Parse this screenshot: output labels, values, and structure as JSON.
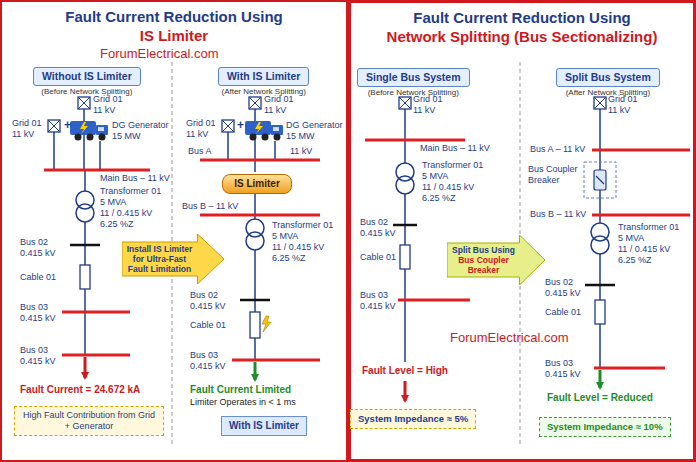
{
  "diagram": {
    "nodes": [
      {
        "text": [
          "Fault Current Reduction Using",
          "IS Limiter"
        ]
      },
      {
        "text": [
          "Without IS Limiter",
          "(Before Network Splitting)"
        ],
        "in": 0
      },
      {
        "text": [
          "With IS Limiter",
          "(After Network Splitting)"
        ],
        "in": 0
      },
      {
        "text": [
          "IS Limiter"
        ],
        "in": 0
      },
      {
        "text": [
          "Install IS Limiter for Ultra-Fast Fault Limitation"
        ],
        "in": 0
      },
      {
        "text": [
          "High Fault Contribution from Grid + Generator"
        ],
        "in": 0
      },
      {
        "text": [
          "With IS Limiter"
        ],
        "in": 0
      },
      {
        "text": [
          "Fault Current Reduction Using",
          "Network Splitting (Bus Sectionalizing)"
        ]
      },
      {
        "text": [
          "Single Bus System",
          "(Before Network Splitting)"
        ],
        "in": 7
      },
      {
        "text": [
          "Split Bus System",
          "(After Network Splitting)"
        ],
        "in": 7
      },
      {
        "text": [
          "Split Bus Using",
          "Bus Coupler Breaker"
        ],
        "in": 7
      },
      {
        "text": [
          "System Impedance ≈ 5%"
        ],
        "in": 7
      },
      {
        "text": [
          "System Impedance ≈ 10%"
        ],
        "in": 7
      }
    ],
    "labels": [
      "ForumElectrical.com",
      "Grid 01",
      "11 kV",
      "Grid 01",
      "11 kV",
      "+",
      "DG Generator",
      "15 MW",
      "Main Bus – 11 kV",
      "Transformer 01",
      "5 MVA",
      "11 / 0.415 kV",
      "6.25 %Z",
      "Bus 02",
      "0.415 kV",
      "Cable 01",
      "Bus 03",
      "0.415 kV",
      "Bus 03",
      "0.415 kV",
      "Fault Current = 24.672 kA",
      "Grid 01",
      "11 kV",
      "Grid 01",
      "11 kV",
      "+",
      "DG Generator",
      "15 MW",
      "Bus A",
      "11 kV",
      "Bus B – 11 kV",
      "Transformer 01",
      "5 MVA",
      "11 / 0.415 kV",
      "6.25 %Z",
      "Bus 02",
      "0.415 kV",
      "Cable 01",
      "Bus 03",
      "0.415 kV",
      "Fault Current Limited",
      "Limiter Operates in < 1 ms",
      "ForumElectrical.com",
      "Grid 01",
      "11 kV",
      "Main Bus – 11 kV",
      "Transformer 01",
      "5 MVA",
      "11 / 0.415 kV",
      "6.25 %Z",
      "Bus 02",
      "0.415 kV",
      "Cable 01",
      "Bus 03",
      "0.415 kV",
      "Fault Level = High",
      "Grid 01",
      "11 kV",
      "Bus A – 11 kV",
      "Bus Coupler Breaker",
      "Bus B – 11 kV",
      "Transformer 01",
      "5 MVA",
      "11 / 0.415 kV",
      "6.25 %Z",
      "Bus 02",
      "0.415 kV",
      "Cable 01",
      "Bus 03",
      "0.415 kV",
      "Fault Level = Reduced"
    ]
  }
}
